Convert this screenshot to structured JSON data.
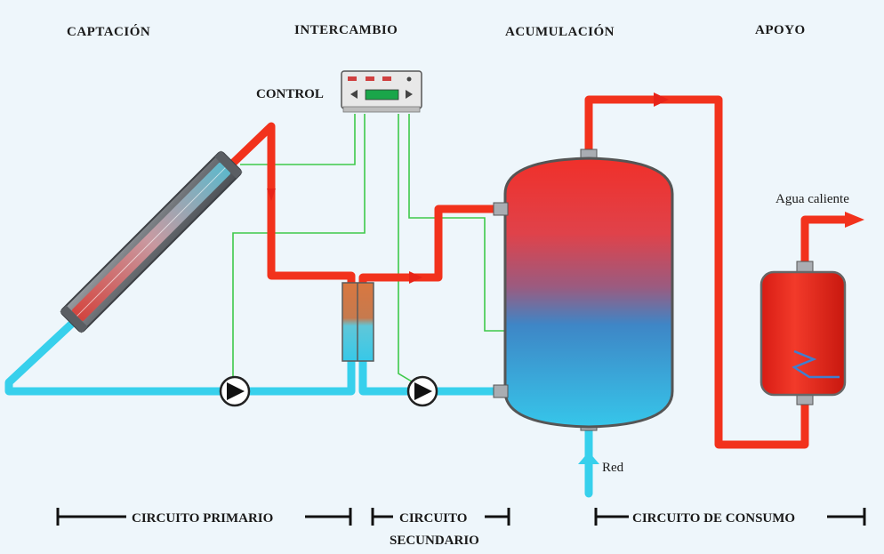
{
  "headers": {
    "captacion": "CAPTACIÓN",
    "intercambio": "INTERCAMBIO",
    "acumulacion": "ACUMULACIÓN",
    "apoyo": "APOYO"
  },
  "labels": {
    "control": "CONTROL",
    "agua_caliente": "Agua caliente",
    "red": "Red"
  },
  "circuits": {
    "primario": "CIRCUITO PRIMARIO",
    "secundario_1": "CIRCUITO",
    "secundario_2": "SECUNDARIO",
    "consumo": "CIRCUITO DE CONSUMO"
  },
  "colors": {
    "hot": "#f2321c",
    "cold": "#37d0ec",
    "signal": "#3ec94a",
    "background": "#eef6fb"
  },
  "icons": [
    "solar-collector-icon",
    "controller-icon",
    "heat-exchanger-icon",
    "pump-icon",
    "storage-tank-icon",
    "backup-heater-icon"
  ]
}
